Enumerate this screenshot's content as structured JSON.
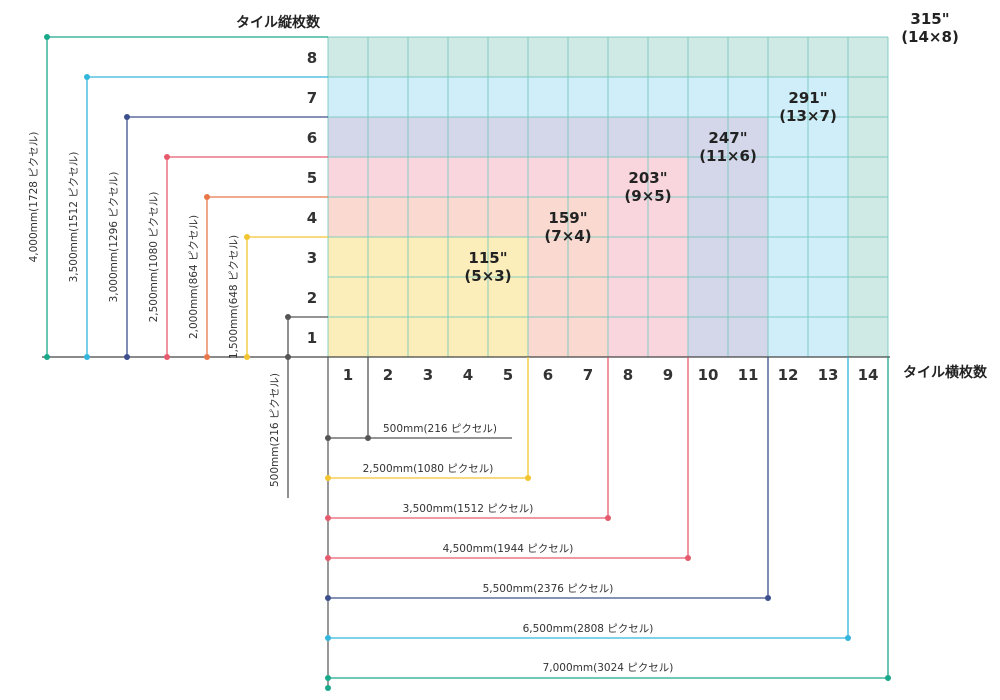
{
  "axis": {
    "vertical_title": "タイル縦枚数",
    "horizontal_title": "タイル横枚数",
    "rows": [
      "1",
      "2",
      "3",
      "4",
      "5",
      "6",
      "7",
      "8"
    ],
    "cols": [
      "1",
      "2",
      "3",
      "4",
      "5",
      "6",
      "7",
      "8",
      "9",
      "10",
      "11",
      "12",
      "13",
      "14"
    ]
  },
  "colors": {
    "teal": "#1aa88a",
    "cyan": "#33b5dc",
    "navy": "#3d4f8c",
    "pink": "#e65a6e",
    "orange": "#e8784a",
    "yellow": "#f2c530",
    "gray": "#555555",
    "fill_teal": "#cfeae4",
    "fill_cyan": "#cfeefa",
    "fill_navy": "#d4d6ea",
    "fill_pink": "#f9d6de",
    "fill_yellow": "#fbeebb"
  },
  "size_labels": [
    {
      "name": "size-115",
      "inch": "115\"",
      "tiles": "(5×3)"
    },
    {
      "name": "size-159",
      "inch": "159\"",
      "tiles": "(7×4)"
    },
    {
      "name": "size-203",
      "inch": "203\"",
      "tiles": "(9×5)"
    },
    {
      "name": "size-247",
      "inch": "247\"",
      "tiles": "(11×6)"
    },
    {
      "name": "size-291",
      "inch": "291\"",
      "tiles": "(13×7)"
    },
    {
      "name": "size-315",
      "inch": "315\"",
      "tiles": "(14×8)"
    }
  ],
  "vertical_dims": [
    {
      "label": "4,000mm(1728 ピクセル)",
      "color": "#1aa88a"
    },
    {
      "label": "3,500mm(1512 ピクセル)",
      "color": "#33b5dc"
    },
    {
      "label": "3,000mm(1296 ピクセル)",
      "color": "#3d4f8c"
    },
    {
      "label": "2,500mm(1080 ピクセル)",
      "color": "#e65a6e"
    },
    {
      "label": "2,000mm(864 ピクセル)",
      "color": "#e8784a"
    },
    {
      "label": "1,500mm(648 ピクセル)",
      "color": "#f2c530"
    },
    {
      "label": "500mm(216 ピクセル)",
      "color": "#555555"
    }
  ],
  "horizontal_dims": [
    {
      "label": "500mm(216 ピクセル)",
      "color": "#555555"
    },
    {
      "label": "2,500mm(1080 ピクセル)",
      "color": "#f2c530"
    },
    {
      "label": "3,500mm(1512 ピクセル)",
      "color": "#e65a6e"
    },
    {
      "label": "4,500mm(1944 ピクセル)",
      "color": "#e65a6e"
    },
    {
      "label": "5,500mm(2376 ピクセル)",
      "color": "#3d4f8c"
    },
    {
      "label": "6,500mm(2808 ピクセル)",
      "color": "#33b5dc"
    },
    {
      "label": "7,000mm(3024 ピクセル)",
      "color": "#1aa88a"
    }
  ]
}
